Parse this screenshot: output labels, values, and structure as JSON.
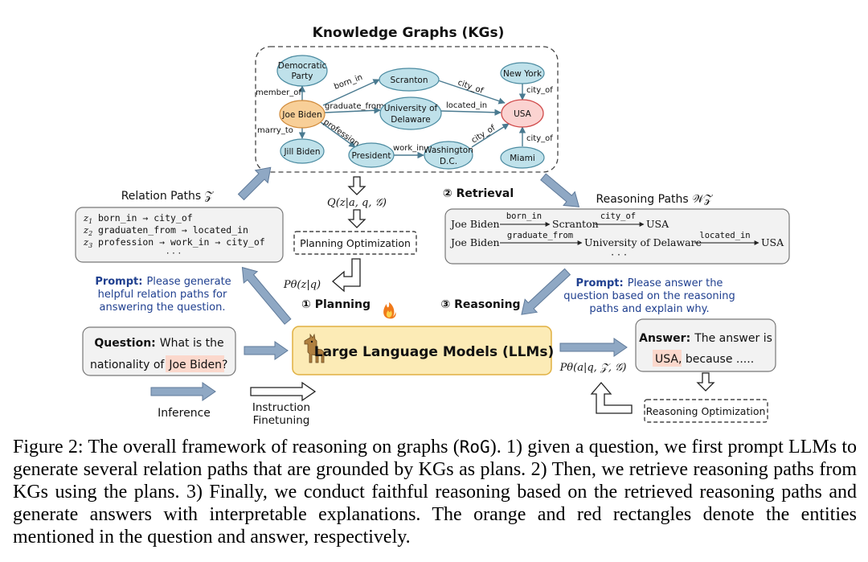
{
  "kg": {
    "title": "Knowledge Graphs (KGs)",
    "nodes": {
      "democratic_1": "Democratic",
      "democratic_2": "Party",
      "joe_biden": "Joe Biden",
      "jill_biden": "Jill Biden",
      "scranton": "Scranton",
      "univ_1": "University of",
      "univ_2": "Delaware",
      "president": "President",
      "washington_1": "Washington",
      "washington_2": "D.C.",
      "usa": "USA",
      "new_york": "New York",
      "miami": "Miami"
    },
    "edges": {
      "member_of": "member_of",
      "born_in": "born_in",
      "graduate_from": "graduate_from",
      "profession": "profession",
      "marry_to": "marry_to",
      "city_of_1": "city_of",
      "located_in": "located_in",
      "work_in": "work_in",
      "city_of_2": "city_of",
      "city_of_3": "city_of",
      "city_of_4": "city_of"
    }
  },
  "relation_paths": {
    "title": "Relation Paths 𝒵",
    "z1_label": "z",
    "z1_sub": "1",
    "z1_text": "born_in → city_of",
    "z2_label": "z",
    "z2_sub": "2",
    "z2_text": "graduaten_from → located_in",
    "z3_label": "z",
    "z3_sub": "3",
    "z3_text": "profession → work_in → city_of",
    "ellipsis": "· · ·"
  },
  "planning": {
    "q_formula": "Q(z|a, q, 𝒢)",
    "optimization": "Planning Optimization",
    "p_formula": "Pθ(z|q)",
    "step_label": "① Planning"
  },
  "retrieval": {
    "step_label": "② Retrieval"
  },
  "reasoning_paths": {
    "title": "Reasoning Paths 𝒲𝒵",
    "row1_start": "Joe Biden",
    "row1_rel1": "born_in",
    "row1_mid": "Scranton",
    "row1_rel2": "city_of",
    "row1_end": "USA",
    "row2_start": "Joe Biden",
    "row2_rel1": "graduate_from",
    "row2_mid": "University of Delaware",
    "row2_rel2": "located_in",
    "row2_end": "USA",
    "ellipsis": "· · ·"
  },
  "prompt_left": {
    "label": "Prompt:",
    "line1": "Please generate",
    "line2": "helpful relation paths for",
    "line3": "answering the question."
  },
  "prompt_right": {
    "label": "Prompt:",
    "line1": "Please answer the",
    "line2": "question based on the reasoning",
    "line3": "paths and explain why."
  },
  "reasoning_step": "③ Reasoning",
  "question": {
    "label": "Question:",
    "line1": "What is the",
    "line2_pre": "nationality of",
    "entity": "Joe Biden",
    "line2_post": "?"
  },
  "llm": {
    "label": "Large Language Models (LLMs)",
    "fire_icon": "fire-emoji",
    "llama_icon": "llama-emoji"
  },
  "answer": {
    "label": "Answer:",
    "line1": "The answer is",
    "entity": "USA",
    "line2_post": ", because .....",
    "p_formula": "Pθ(a|q, 𝒵, 𝒢)",
    "optimization": "Reasoning Optimization"
  },
  "legend": {
    "inference": "Inference",
    "finetune_1": "Instruction",
    "finetune_2": "Finetuning"
  },
  "caption": {
    "part1": "Figure 2: The overall framework of reasoning on graphs (",
    "rog": "RoG",
    "part2": "). 1) given a question, we first prompt LLMs to generate several relation paths that are grounded by KGs as plans. 2) Then, we retrieve reasoning paths from KGs using the plans. 3) Finally, we conduct faithful reasoning based on the retrieved reasoning paths and generate answers with interpretable explanations. The orange and red rectangles denote the entities mentioned in the question and answer, respectively."
  },
  "colors": {
    "node_blue_fill": "#bfe1ea",
    "node_blue_stroke": "#4a8aa0",
    "node_orange_fill": "#f8cf98",
    "node_red_fill": "#fbd3d1",
    "node_red_stroke": "#d04a4a",
    "llm_fill": "#fcebb6",
    "llm_stroke": "#e0b040",
    "arrow_blue": "#8fa8c4",
    "prompt_text": "#1f3f8f",
    "highlight": "#fbd8cc"
  }
}
